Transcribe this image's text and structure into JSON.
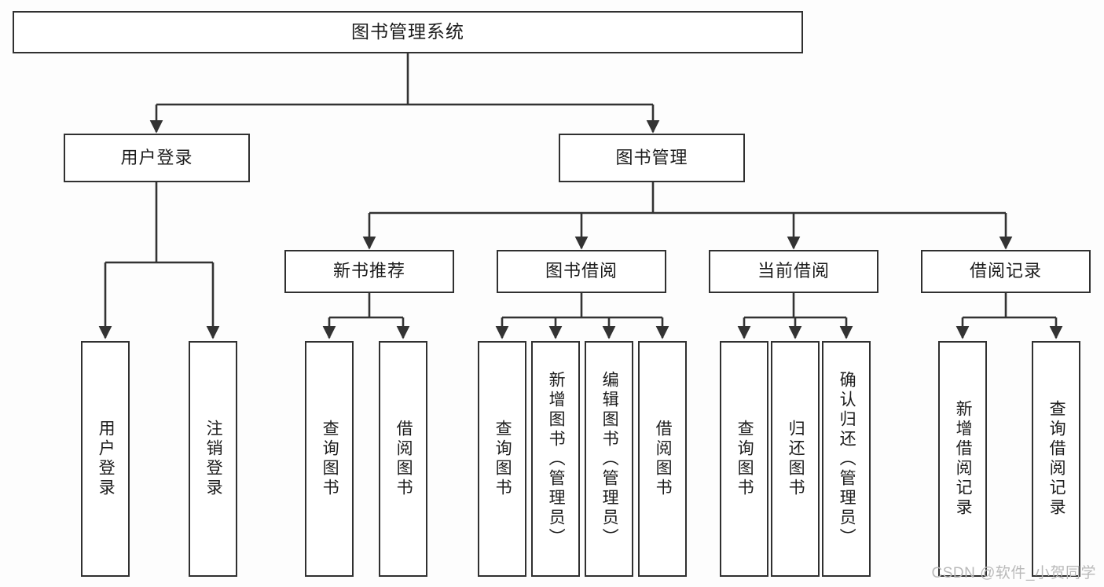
{
  "diagram": {
    "type": "tree",
    "title": "图书管理系统",
    "colors": {
      "background": "#fdfdfd",
      "box_border": "#303030",
      "box_fill": "#ffffff",
      "connector": "#333333",
      "text": "#1c1c1c",
      "watermark": "#b9b9b9"
    },
    "watermark": "CSDN @软件_小贺同学",
    "nodes": {
      "root": {
        "label": "图书管理系统"
      },
      "level2": [
        {
          "id": "user-login",
          "label": "用户登录"
        },
        {
          "id": "book-manage",
          "label": "图书管理"
        }
      ],
      "level3": [
        {
          "id": "new-book-recommend",
          "label": "新书推荐"
        },
        {
          "id": "book-borrow",
          "label": "图书借阅"
        },
        {
          "id": "current-borrow",
          "label": "当前借阅"
        },
        {
          "id": "borrow-record",
          "label": "借阅记录"
        }
      ],
      "leaves": {
        "user_login": [
          {
            "id": "leaf-user-login",
            "label": "用户登录"
          },
          {
            "id": "leaf-logout-login",
            "label": "注销登录"
          }
        ],
        "new_book_recommend": [
          {
            "id": "leaf-query-book-1",
            "label": "查询图书"
          },
          {
            "id": "leaf-borrow-book-1",
            "label": "借阅图书"
          }
        ],
        "book_borrow": [
          {
            "id": "leaf-query-book-2",
            "label": "查询图书"
          },
          {
            "id": "leaf-add-book-admin",
            "label": "新增图书（管理员）"
          },
          {
            "id": "leaf-edit-book-admin",
            "label": "编辑图书（管理员）"
          },
          {
            "id": "leaf-borrow-book-2",
            "label": "借阅图书"
          }
        ],
        "current_borrow": [
          {
            "id": "leaf-query-book-3",
            "label": "查询图书"
          },
          {
            "id": "leaf-return-book",
            "label": "归还图书"
          },
          {
            "id": "leaf-confirm-return-admin",
            "label": "确认归还（管理员）"
          }
        ],
        "borrow_record": [
          {
            "id": "leaf-add-borrow-record",
            "label": "新增借阅记录"
          },
          {
            "id": "leaf-query-borrow-record",
            "label": "查询借阅记录"
          }
        ]
      }
    }
  }
}
